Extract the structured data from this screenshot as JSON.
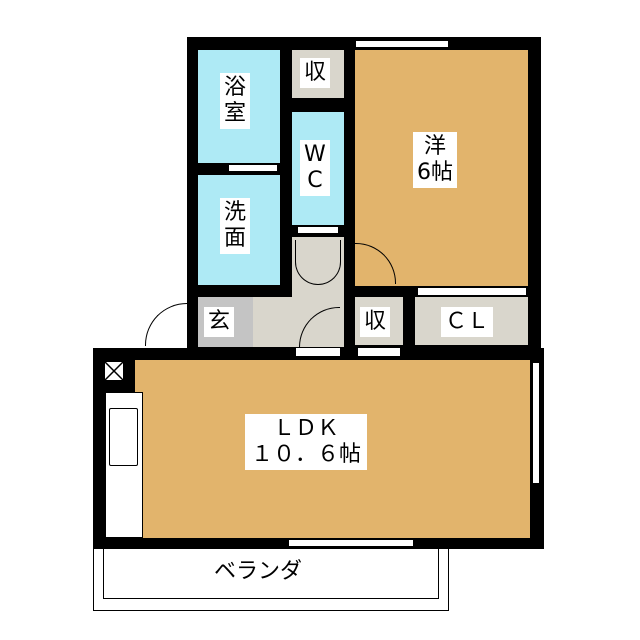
{
  "rooms": {
    "bath": "浴\n室",
    "storage_top": "収",
    "wc": "W\nC",
    "western": "洋\n6帖",
    "washroom": "洗\n面",
    "entrance": "玄",
    "storage_bottom": "収",
    "closet": "ＣＬ",
    "ldk": "ＬＤＫ\n１０．６帖",
    "veranda": "ベランダ"
  },
  "colors": {
    "wet_area": "#aeeaf5",
    "living": "#e2b46c",
    "storage": "#d9d6cc"
  }
}
